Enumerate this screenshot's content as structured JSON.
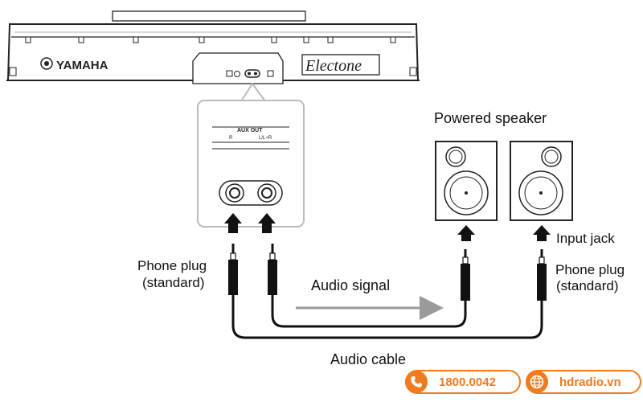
{
  "brand": {
    "maker": "YAMAHA",
    "model": "Electone"
  },
  "panel": {
    "title": "AUX OUT",
    "jack_right": "R",
    "jack_left": "L/L+R"
  },
  "labels": {
    "powered_speaker": "Powered speaker",
    "input_jack": "Input jack",
    "phone_plug_left_line1": "Phone plug",
    "phone_plug_left_line2": "(standard)",
    "phone_plug_right_line1": "Phone plug",
    "phone_plug_right_line2": "(standard)",
    "audio_signal": "Audio signal",
    "audio_cable": "Audio cable"
  },
  "footer": {
    "phone": "1800.0042",
    "website": "hdradio.vn",
    "phone_icon": "phone-icon",
    "web_icon": "globe-icon",
    "accent_color": "#f07a1e"
  }
}
